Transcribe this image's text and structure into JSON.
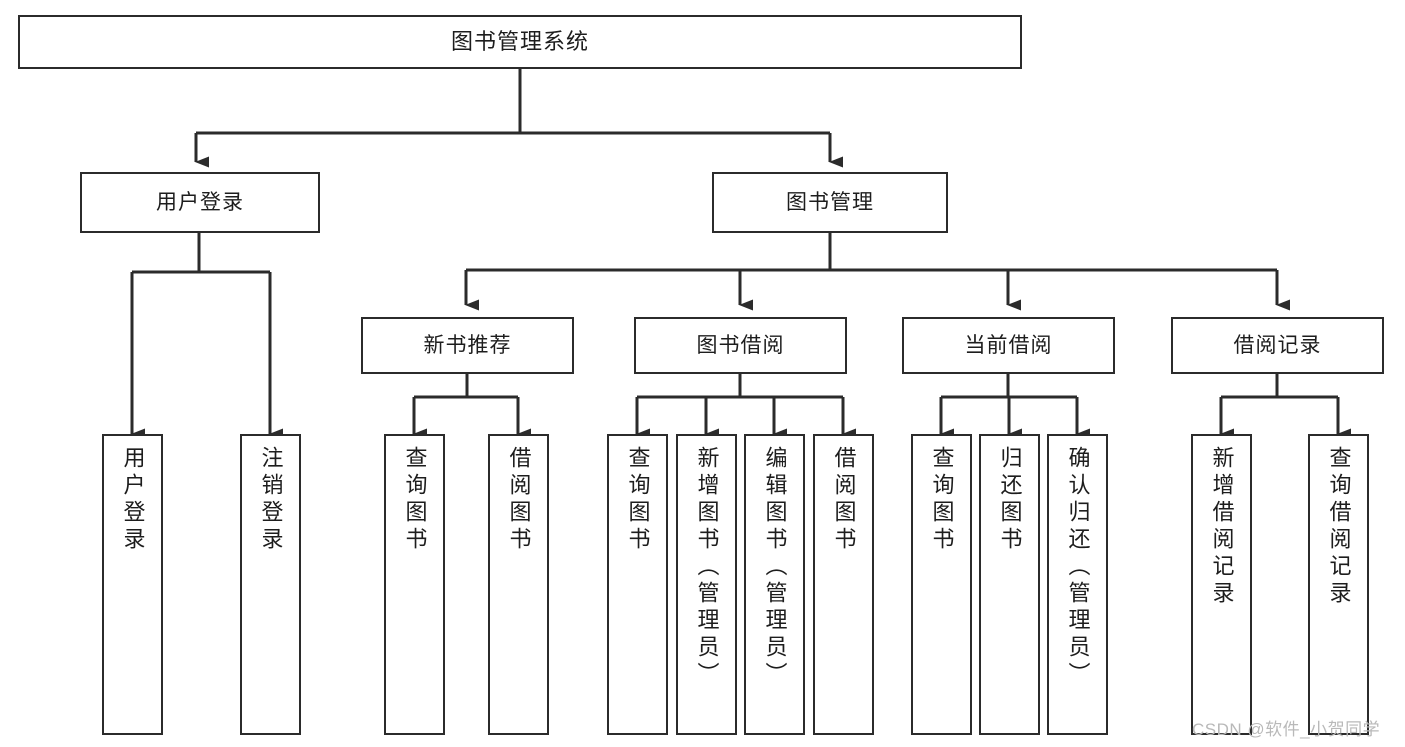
{
  "diagram": {
    "title": "图书管理系统",
    "type": "tree",
    "background": "#ffffff",
    "line_color": "#2b2b2b",
    "box_border_color": "#2b2b2b",
    "box_fill": "#ffffff",
    "text_color": "#1d1d1d"
  },
  "nodes": {
    "root": {
      "label": "图书管理系统"
    },
    "level1": [
      {
        "id": "user-login",
        "label": "用户登录"
      },
      {
        "id": "book-management",
        "label": "图书管理"
      }
    ],
    "level2": [
      {
        "id": "new-book-recommend",
        "label": "新书推荐"
      },
      {
        "id": "book-borrow",
        "label": "图书借阅"
      },
      {
        "id": "current-borrow",
        "label": "当前借阅"
      },
      {
        "id": "borrow-record",
        "label": "借阅记录"
      }
    ],
    "leaves": {
      "user_login": [
        {
          "id": "leaf-user-login",
          "label": "用户登录"
        },
        {
          "id": "leaf-logout-login",
          "label": "注销登录"
        }
      ],
      "new_book_recommend": [
        {
          "id": "leaf-query-book-1",
          "label": "查询图书"
        },
        {
          "id": "leaf-borrow-book-1",
          "label": "借阅图书"
        }
      ],
      "book_borrow": [
        {
          "id": "leaf-query-book-2",
          "label": "查询图书"
        },
        {
          "id": "leaf-add-book",
          "label": "新增图书（管理员）"
        },
        {
          "id": "leaf-edit-book",
          "label": "编辑图书（管理员）"
        },
        {
          "id": "leaf-borrow-book-2",
          "label": "借阅图书"
        }
      ],
      "current_borrow": [
        {
          "id": "leaf-query-book-3",
          "label": "查询图书"
        },
        {
          "id": "leaf-return-book",
          "label": "归还图书"
        },
        {
          "id": "leaf-confirm-return",
          "label": "确认归还（管理员）"
        }
      ],
      "borrow_record": [
        {
          "id": "leaf-add-record",
          "label": "新增借阅记录"
        },
        {
          "id": "leaf-query-record",
          "label": "查询借阅记录"
        }
      ]
    }
  },
  "watermark": {
    "text": "CSDN @软件_小贺同学"
  }
}
